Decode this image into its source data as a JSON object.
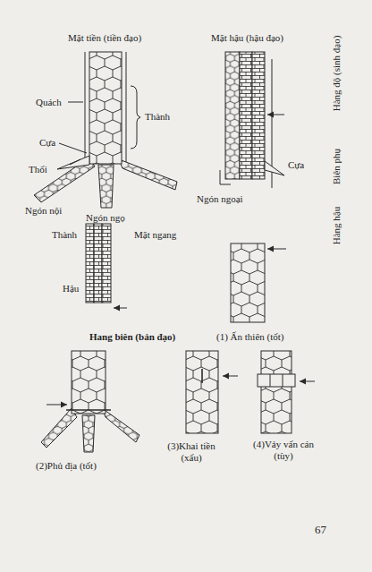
{
  "diagram": {
    "labels": [
      "Mặt tiền (tiền đạo)",
      "Mặt hậu (hậu đạo)",
      "Quách",
      "Thành",
      "Cựa",
      "Thối",
      "Ngón nội",
      "Ngón ngoại",
      "Ngón ngọ",
      "Cựa",
      "Thành",
      "Mặt ngang",
      "Hậu",
      "Hang biên (bản đạo)",
      "(1) Ấn thiên (tốt)",
      "(2)Phủ địa (tốt)",
      "(3)Khai tiền (xấu)",
      "(4)Vảy vấn cán (tùy)",
      "Hàng độ (sinh đạo)",
      "Biên phụ",
      "Hàng hậu",
      "67"
    ]
  }
}
